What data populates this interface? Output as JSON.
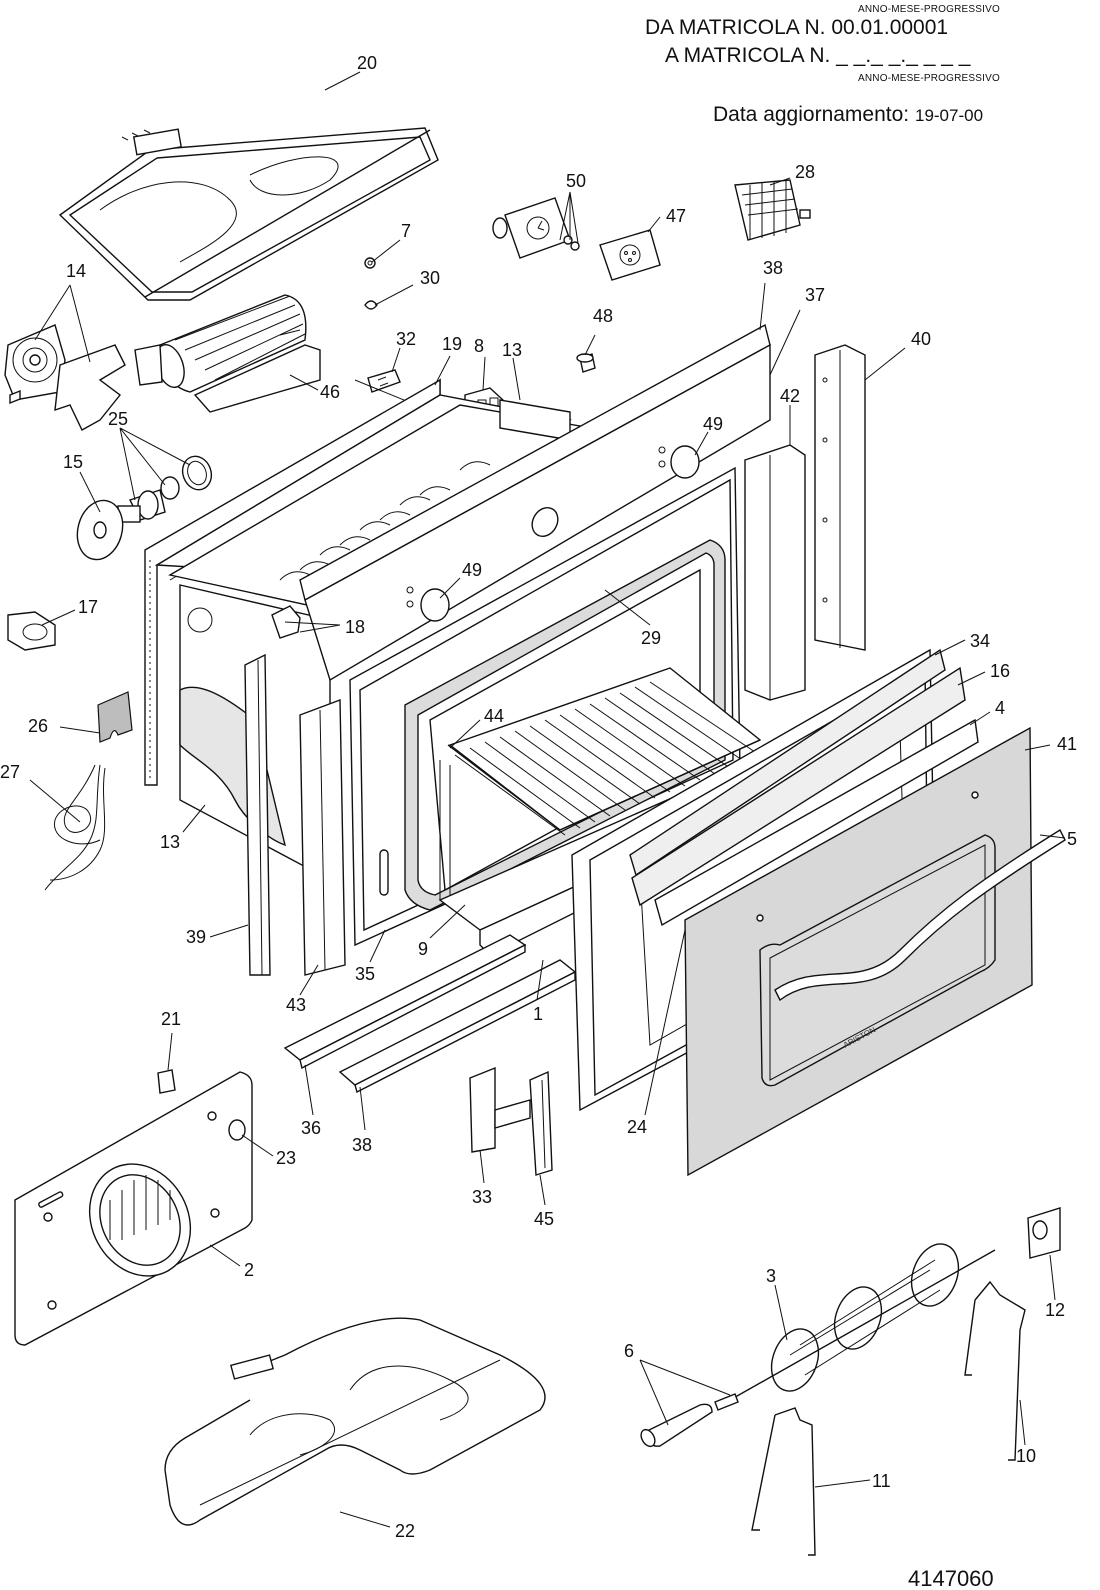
{
  "header": {
    "top_caption": "ANNO-MESE-PROGRESSIVO",
    "da_matricola": "DA MATRICOLA  N. 00.01.00001",
    "a_matricola": "A MATRICOLA  N. _ _._ _._ _ _ _",
    "bottom_caption": "ANNO-MESE-PROGRESSIVO",
    "date_label": "Data aggiornamento:",
    "date_value": "19-07-00"
  },
  "drawing_code": "4147060",
  "part_labels": {
    "p20": "20",
    "p50": "50",
    "p28": "28",
    "p47": "47",
    "p7": "7",
    "p30": "30",
    "p14": "14",
    "p38a": "38",
    "p37": "37",
    "p48": "48",
    "p40": "40",
    "p32": "32",
    "p19": "19",
    "p8": "8",
    "p13a": "13",
    "p46": "46",
    "p42": "42",
    "p25": "25",
    "p49a": "49",
    "p15": "15",
    "p49b": "49",
    "p17": "17",
    "p18": "18",
    "p29": "29",
    "p34": "34",
    "p16": "16",
    "p26": "26",
    "p44": "44",
    "p4": "4",
    "p41": "41",
    "p27": "27",
    "p5": "5",
    "p13b": "13",
    "p39": "39",
    "p9": "9",
    "p35": "35",
    "p43": "43",
    "p1": "1",
    "p21": "21",
    "p36": "36",
    "p38b": "38",
    "p24": "24",
    "p23": "23",
    "p33": "33",
    "p45": "45",
    "p2": "2",
    "p3": "3",
    "p12": "12",
    "p6": "6",
    "p10": "10",
    "p11": "11",
    "p22": "22"
  },
  "brand_mark": "ARISTON"
}
